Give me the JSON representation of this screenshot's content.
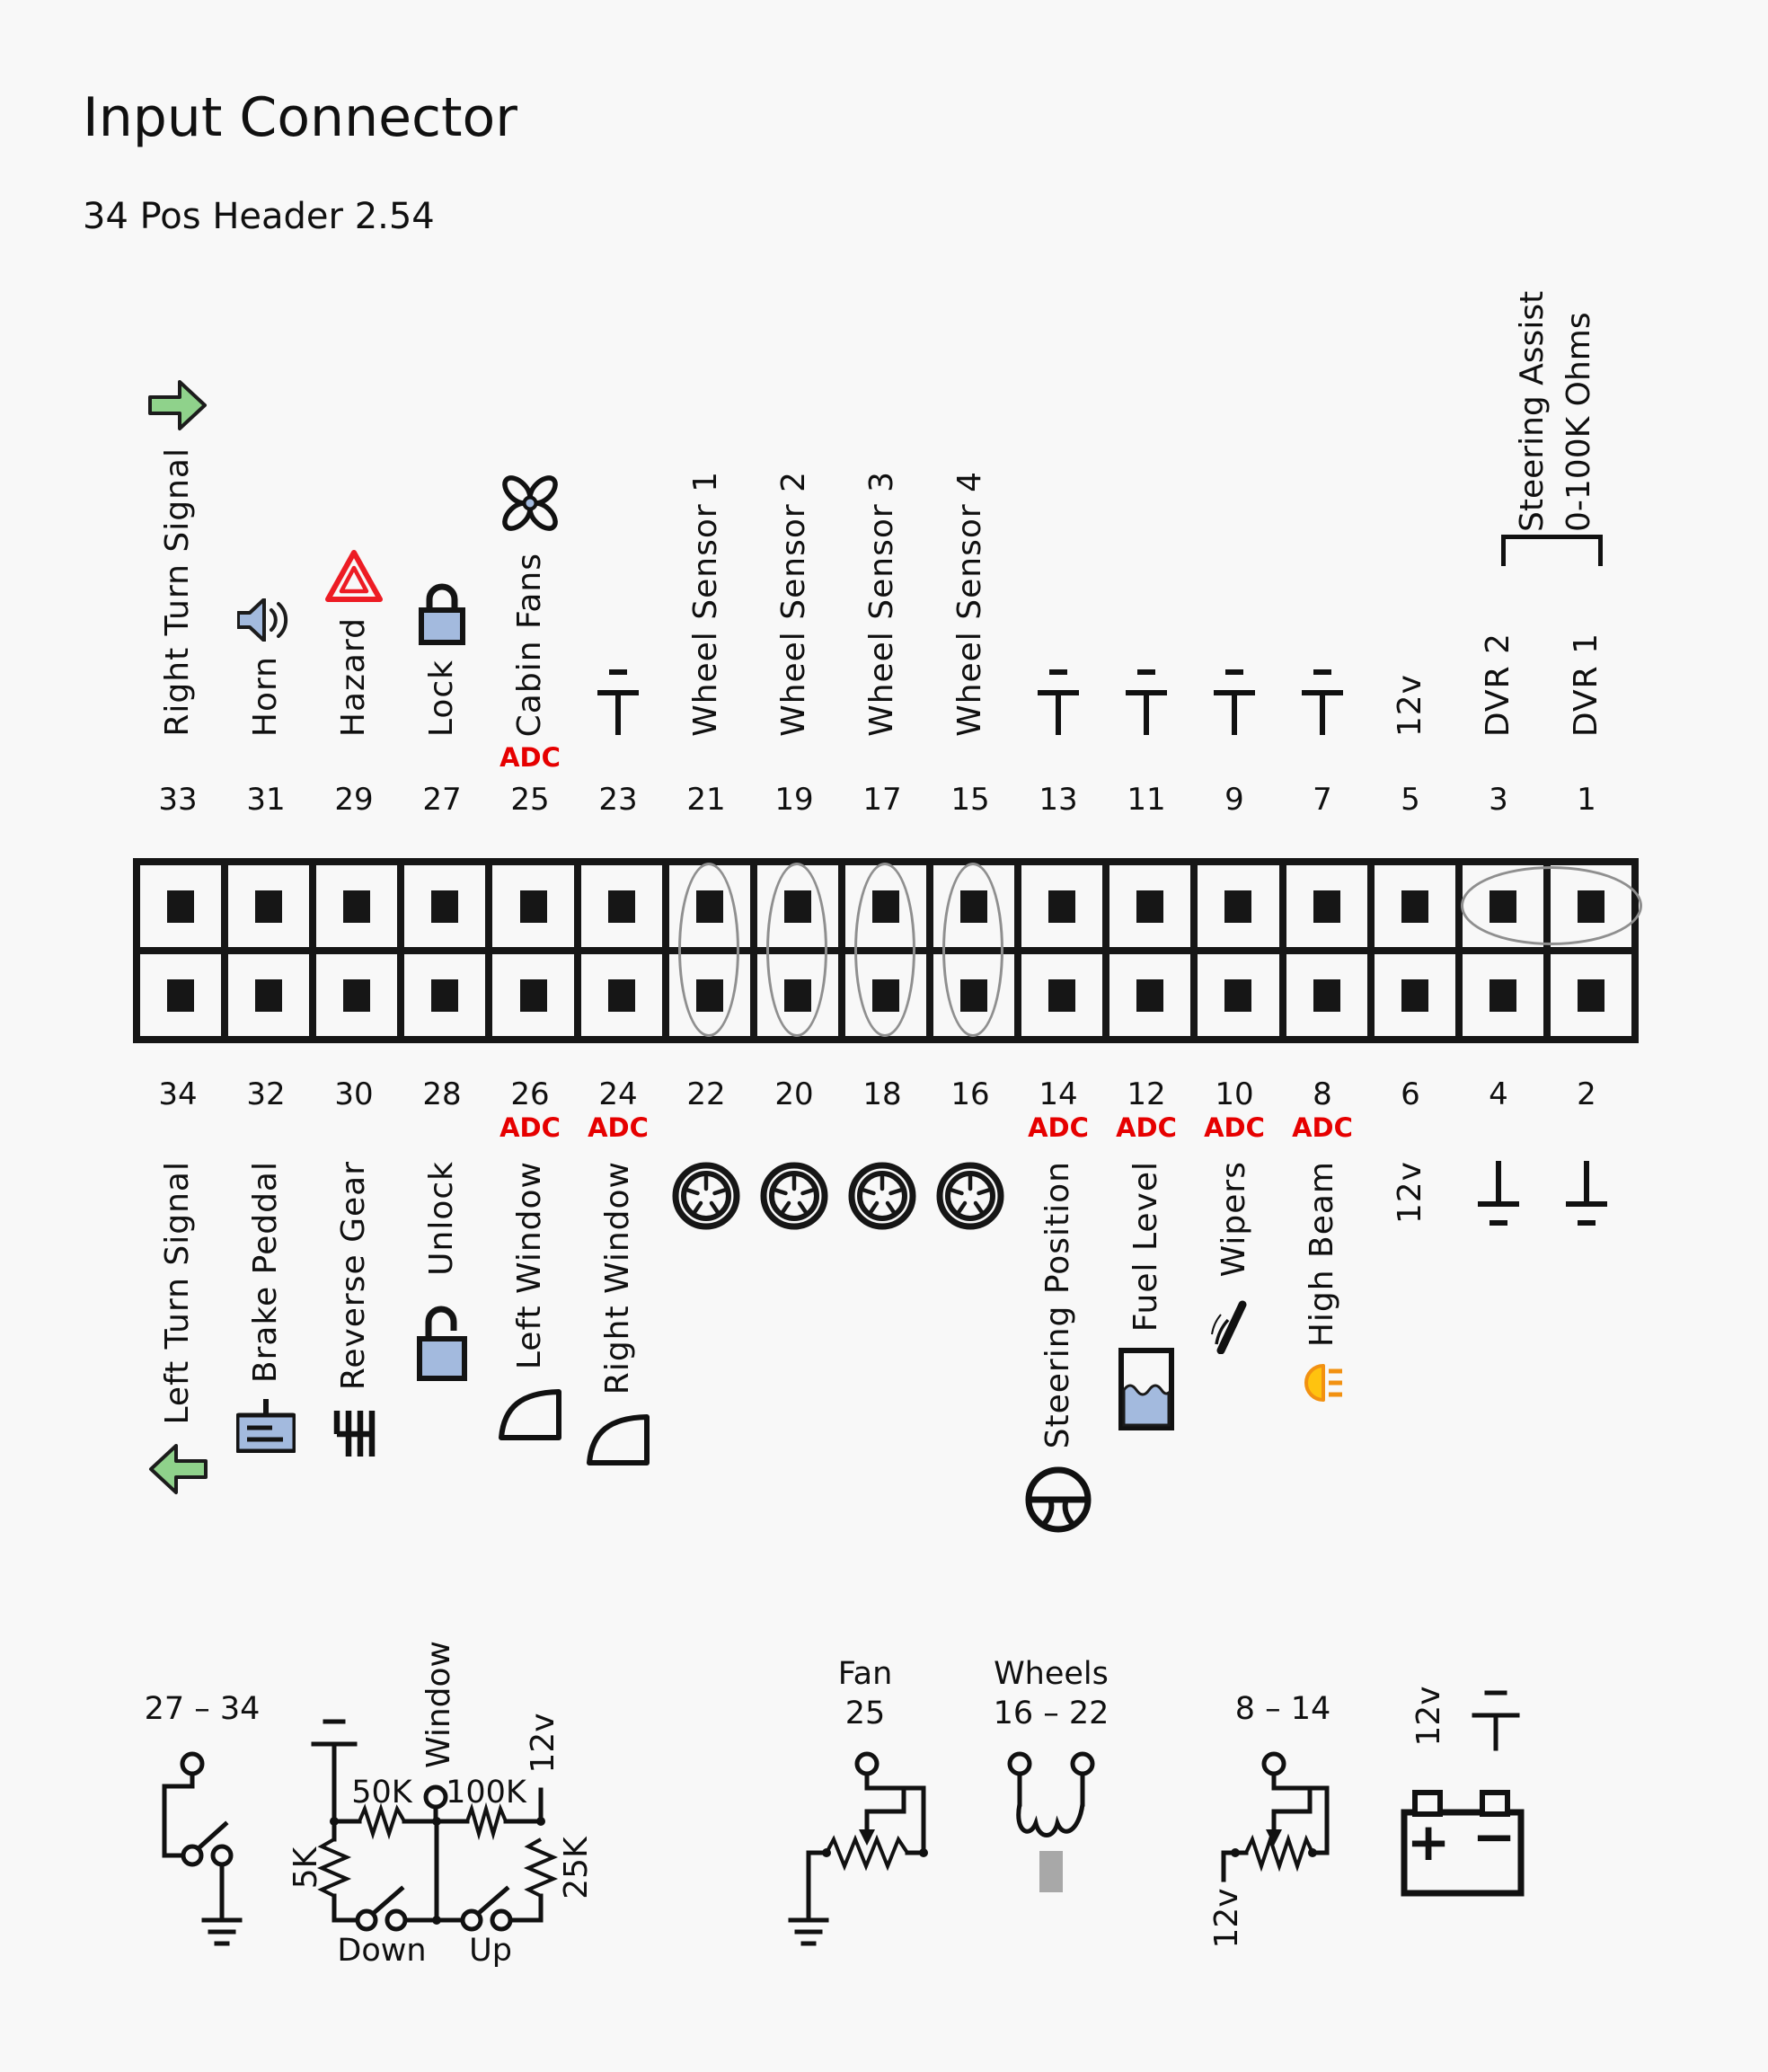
{
  "title": "Input Connector",
  "subtitle": "34 Pos Header 2.54",
  "adc_text": "ADC",
  "steering_assist": {
    "line1": "Steering Assist",
    "line2": "0-100K Ohms"
  },
  "top_columns": [
    {
      "pin": "33",
      "label": "Right Turn Signal",
      "icon": "arrow-right"
    },
    {
      "pin": "31",
      "label": "Horn",
      "icon": "horn"
    },
    {
      "pin": "29",
      "label": "Hazard",
      "icon": "hazard"
    },
    {
      "pin": "27",
      "label": "Lock",
      "icon": "lock"
    },
    {
      "pin": "25",
      "label": "Cabin Fans",
      "icon": "fan",
      "adc": "ADC"
    },
    {
      "pin": "23",
      "icon": "ground-down"
    },
    {
      "pin": "21",
      "label": "Wheel Sensor 1"
    },
    {
      "pin": "19",
      "label": "Wheel Sensor 2"
    },
    {
      "pin": "17",
      "label": "Wheel Sensor 3"
    },
    {
      "pin": "15",
      "label": "Wheel Sensor 4"
    },
    {
      "pin": "13",
      "icon": "ground-down"
    },
    {
      "pin": "11",
      "icon": "ground-down"
    },
    {
      "pin": "9",
      "icon": "ground-down"
    },
    {
      "pin": "7",
      "icon": "ground-down"
    },
    {
      "pin": "5",
      "label": "12v"
    },
    {
      "pin": "3",
      "label": "DVR 2"
    },
    {
      "pin": "1",
      "label": "DVR 1"
    }
  ],
  "bottom_columns": [
    {
      "pin": "34",
      "label": "Left Turn Signal",
      "icon": "arrow-left"
    },
    {
      "pin": "32",
      "label": "Brake Peddal",
      "icon": "brake"
    },
    {
      "pin": "30",
      "label": "Reverse Gear",
      "icon": "gear"
    },
    {
      "pin": "28",
      "label": "Unlock",
      "icon": "unlock"
    },
    {
      "pin": "26",
      "label": "Left Window",
      "icon": "window",
      "adc": "ADC"
    },
    {
      "pin": "24",
      "label": "Right Window",
      "icon": "window",
      "adc": "ADC"
    },
    {
      "pin": "22",
      "icon": "wheel"
    },
    {
      "pin": "20",
      "icon": "wheel"
    },
    {
      "pin": "18",
      "icon": "wheel"
    },
    {
      "pin": "16",
      "icon": "wheel"
    },
    {
      "pin": "14",
      "label": "Steering Position",
      "icon": "steering",
      "adc": "ADC"
    },
    {
      "pin": "12",
      "label": "Fuel Level",
      "icon": "fuel",
      "adc": "ADC"
    },
    {
      "pin": "10",
      "label": "Wipers",
      "icon": "wiper",
      "adc": "ADC"
    },
    {
      "pin": "8",
      "label": "High Beam",
      "icon": "highbeam",
      "adc": "ADC"
    },
    {
      "pin": "6",
      "label": "12v"
    },
    {
      "pin": "4",
      "icon": "ground-up"
    },
    {
      "pin": "2",
      "icon": "ground-up"
    }
  ],
  "connector": {
    "rows": 2,
    "cols": 17,
    "sensor_pair_ellipse_cols": [
      6,
      7,
      8,
      9
    ],
    "dvr_pair_ellipse_cols": [
      15,
      16
    ]
  },
  "circuits": {
    "sw": {
      "label": "27 – 34"
    },
    "window": {
      "name": "Window",
      "r50": "50K",
      "r100": "100K",
      "r5": "5K",
      "r25": "25K",
      "down": "Down",
      "up": "Up",
      "v": "12v"
    },
    "fan": {
      "name": "Fan",
      "pin": "25"
    },
    "wheels": {
      "name": "Wheels",
      "pins": "16 – 22"
    },
    "pot": {
      "label": "8 – 14",
      "v": "12v"
    },
    "battery": {
      "v": "12v",
      "plus": "+",
      "minus": "−"
    }
  },
  "colors": {
    "background": "#f8f8f8",
    "accent_blue": "#a3bade",
    "arrow_green": "#8fd28b",
    "hazard_red": "#ed1c24",
    "adc_red": "#e60000",
    "beam_amber": "#ffc30f",
    "beam_amber_dark": "#f29111",
    "ellipse_gray": "#8f8f8f",
    "magnet_gray": "#a8a8a8"
  }
}
